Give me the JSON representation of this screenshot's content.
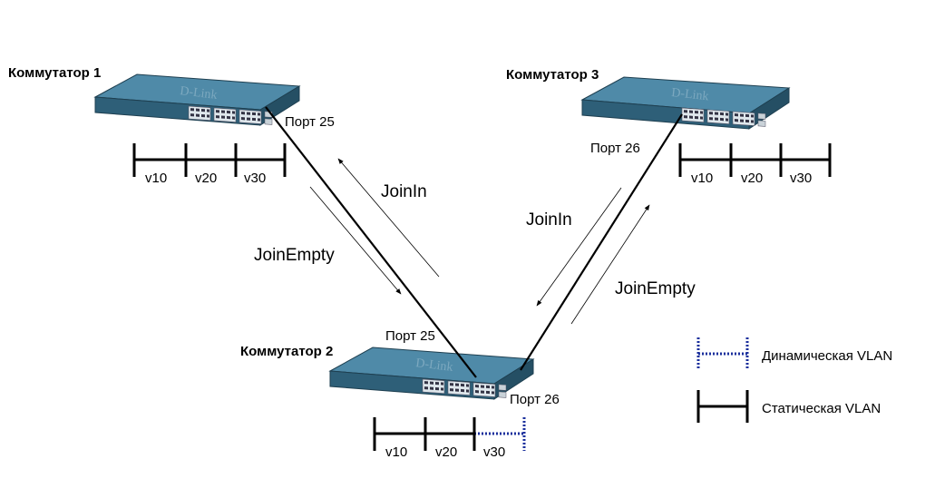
{
  "switches": [
    {
      "title": "Коммутатор 1",
      "vlans": [
        "v10",
        "v20",
        "v30"
      ],
      "vlan_types": [
        "static",
        "static",
        "static"
      ]
    },
    {
      "title": "Коммутатор 2",
      "vlans": [
        "v10",
        "v20",
        "v30"
      ],
      "vlan_types": [
        "static",
        "static",
        "dynamic"
      ]
    },
    {
      "title": "Коммутатор 3",
      "vlans": [
        "v10",
        "v20",
        "v30"
      ],
      "vlan_types": [
        "static",
        "static",
        "static"
      ]
    }
  ],
  "ports": {
    "sw1_port": "Порт 25",
    "sw2_port_left": "Порт 25",
    "sw2_port_right": "Порт 26",
    "sw3_port": "Порт 26"
  },
  "messages": {
    "left_up": "JoinIn",
    "left_down": "JoinEmpty",
    "right_down": "JoinIn",
    "right_up": "JoinEmpty"
  },
  "legend": {
    "dynamic": "Динамическая VLAN",
    "static": "Статическая VLAN"
  },
  "colors": {
    "switch_body": "#2e5f78",
    "switch_top": "#4f8aa8",
    "dynamic_vlan": "#1a2f9c",
    "static_vlan": "#000000"
  },
  "logo_text": "D-Link"
}
